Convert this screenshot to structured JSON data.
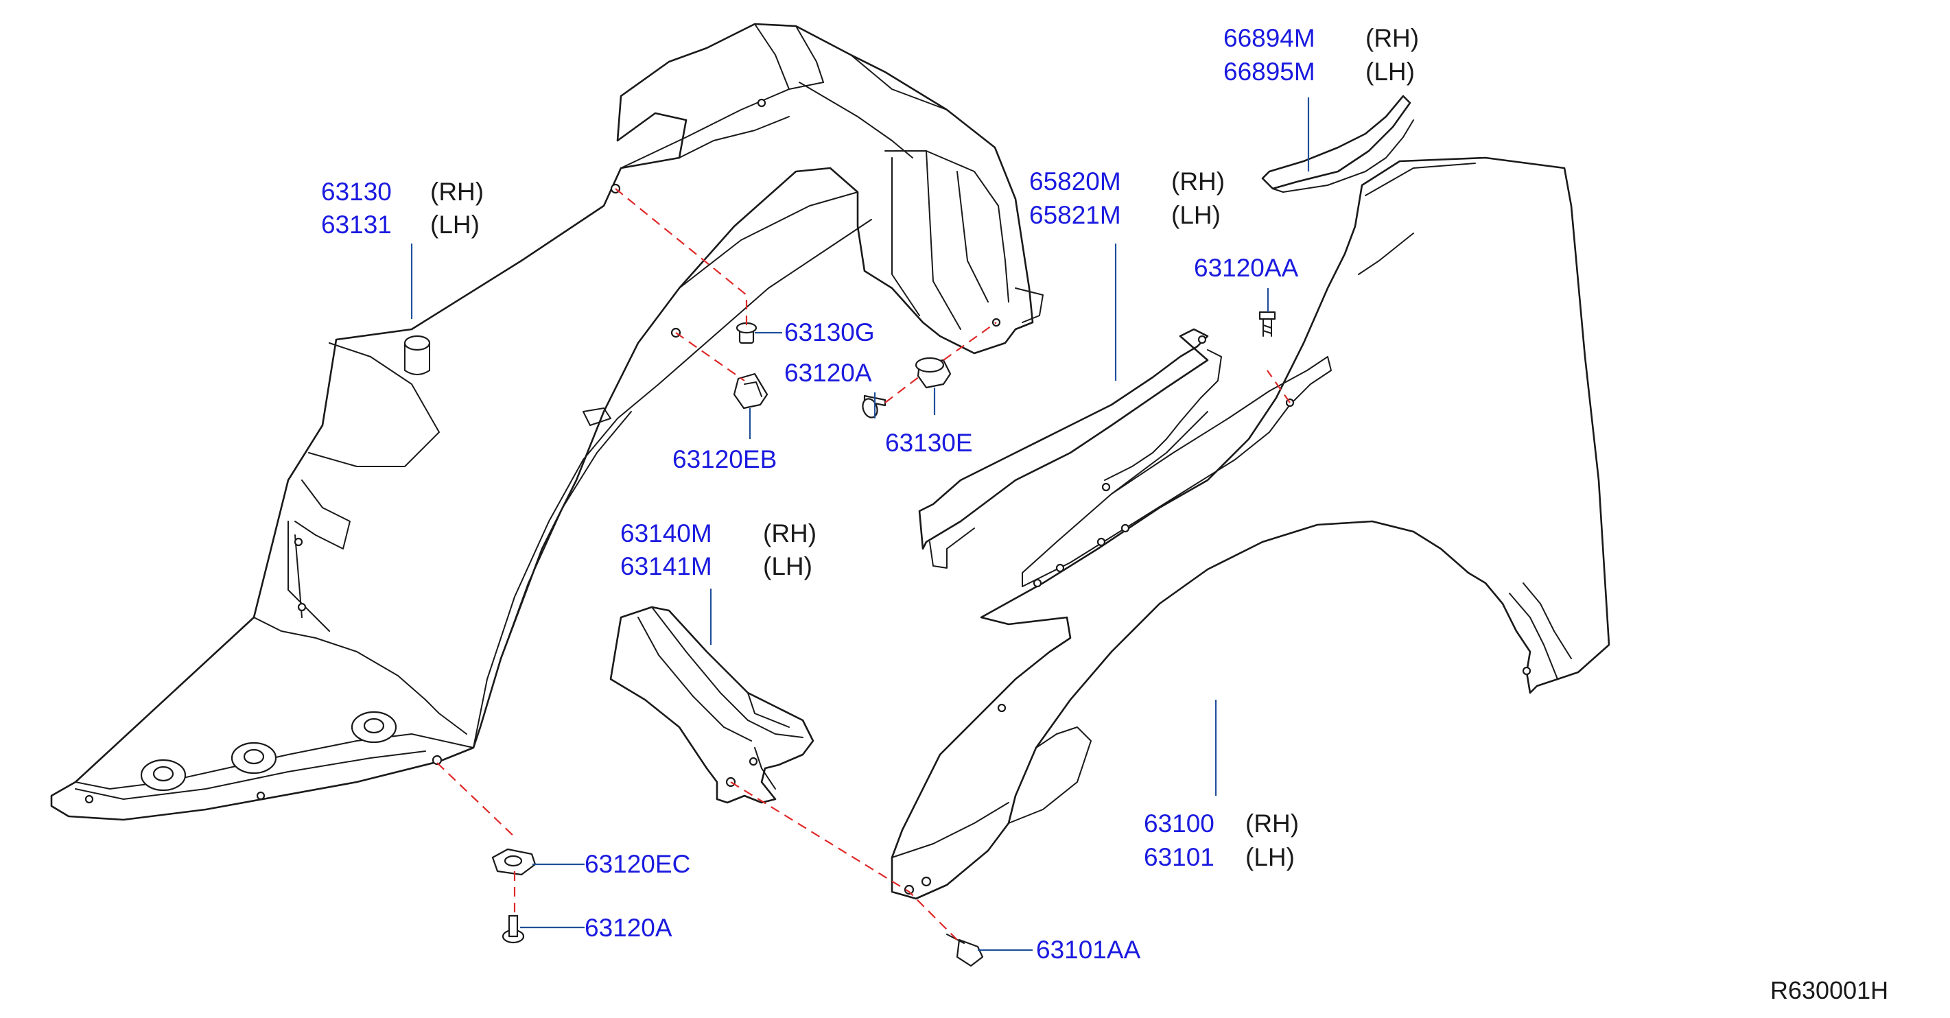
{
  "labels": [
    {
      "key": "fender_liner",
      "part": "63130",
      "side": "(RH)"
    },
    {
      "key": "fender_liner_lh",
      "part": "63131",
      "side": "(LH)"
    },
    {
      "key": "clip_g",
      "part": "63130G",
      "side": ""
    },
    {
      "key": "screw_a_upper",
      "part": "63120A",
      "side": ""
    },
    {
      "key": "clip_e",
      "part": "63130E",
      "side": ""
    },
    {
      "key": "clip_eb",
      "part": "63120EB",
      "side": ""
    },
    {
      "key": "cover_rh",
      "part": "63140M",
      "side": "(RH)"
    },
    {
      "key": "cover_lh",
      "part": "63141M",
      "side": "(LH)"
    },
    {
      "key": "clip_ec",
      "part": "63120EC",
      "side": ""
    },
    {
      "key": "screw_a_lower",
      "part": "63120A",
      "side": ""
    },
    {
      "key": "bolt_aa_lower",
      "part": "63101AA",
      "side": ""
    },
    {
      "key": "seal_rh",
      "part": "66894M",
      "side": "(RH)"
    },
    {
      "key": "seal_lh",
      "part": "66895M",
      "side": "(LH)"
    },
    {
      "key": "bracket_rh",
      "part": "65820M",
      "side": "(RH)"
    },
    {
      "key": "bracket_lh",
      "part": "65821M",
      "side": "(LH)"
    },
    {
      "key": "bolt_aa_upper",
      "part": "63120AA",
      "side": ""
    },
    {
      "key": "fender_rh",
      "part": "63100",
      "side": "(RH)"
    },
    {
      "key": "fender_lh",
      "part": "63101",
      "side": "(LH)"
    }
  ],
  "reference_code": "R630001H",
  "colors": {
    "part_number": "#1a1adf",
    "leader": "#1f4f9a",
    "fastener_path": "#e02828",
    "outline": "#1a1a1a"
  }
}
